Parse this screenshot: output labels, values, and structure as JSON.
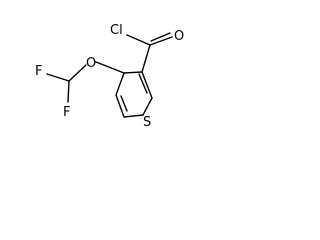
{
  "molecule": {
    "atoms": {
      "chlorine": "Cl",
      "carbonyl_oxygen": "O",
      "ether_oxygen": "O",
      "sulfur": "S",
      "fluorine_1": "F",
      "fluorine_2": "F"
    }
  },
  "colors": {
    "bond": "#000000",
    "label": "#000000",
    "background": "#ffffff"
  }
}
